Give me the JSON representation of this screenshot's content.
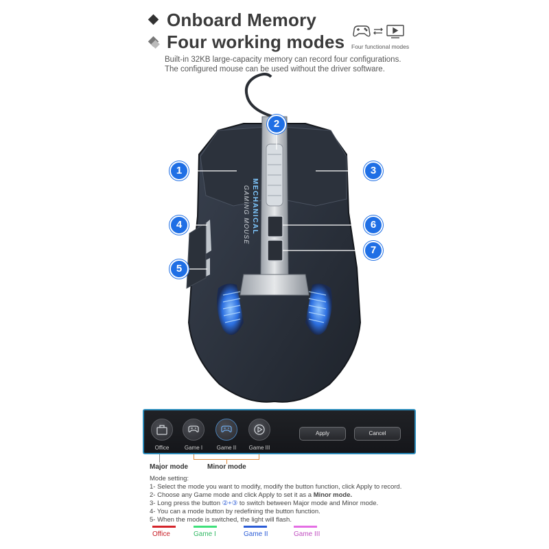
{
  "header": {
    "title_line1": "Onboard Memory",
    "title_line2": "Four working modes",
    "description_line1": "Built-in 32KB large-capacity memory can record four configurations.",
    "description_line2": "The configured mouse can be used without the driver software.",
    "modes_caption": "Four functional modes"
  },
  "mouse": {
    "side_text_1": "MECHANICAL",
    "side_text_2": "GAMING MOUSE",
    "callouts": [
      "1",
      "2",
      "3",
      "4",
      "5",
      "6",
      "7"
    ]
  },
  "panel": {
    "modes": [
      {
        "label": "Office",
        "icon": "briefcase-icon"
      },
      {
        "label": "Game I",
        "icon": "gamepad-icon"
      },
      {
        "label": "Game II",
        "icon": "gamepad-icon"
      },
      {
        "label": "Game III",
        "icon": "play-icon"
      }
    ],
    "apply_label": "Apply",
    "cancel_label": "Cancel",
    "major_label": "Major mode",
    "minor_label": "Minor mode"
  },
  "settings": {
    "heading": "Mode setting:",
    "line1": "1- Select the mode you want to modify, modify the button function, click Apply to record.",
    "line2_prefix": "2- Choose any Game mode and click Apply to set it as a ",
    "line2_bold": "Minor mode.",
    "line3_prefix": "3- Long press the button ",
    "line3_buttons": "②+③",
    "line3_suffix": " to switch between Major mode and Minor mode.",
    "line4": "4- You can a mode button by redefining the button function.",
    "line5": "5- When the mode is switched, the light will flash."
  },
  "legend": [
    {
      "label": "Office",
      "color": "#d4242a"
    },
    {
      "label": "Game I",
      "color": "#3ee07a"
    },
    {
      "label": "Game II",
      "color": "#2a5bd6"
    },
    {
      "label": "Game III",
      "color": "#e46ee4"
    }
  ],
  "colors": {
    "accent": "#1f6fe5",
    "panel_border": "#2a8bbb",
    "bracket": "#e08a3a"
  }
}
